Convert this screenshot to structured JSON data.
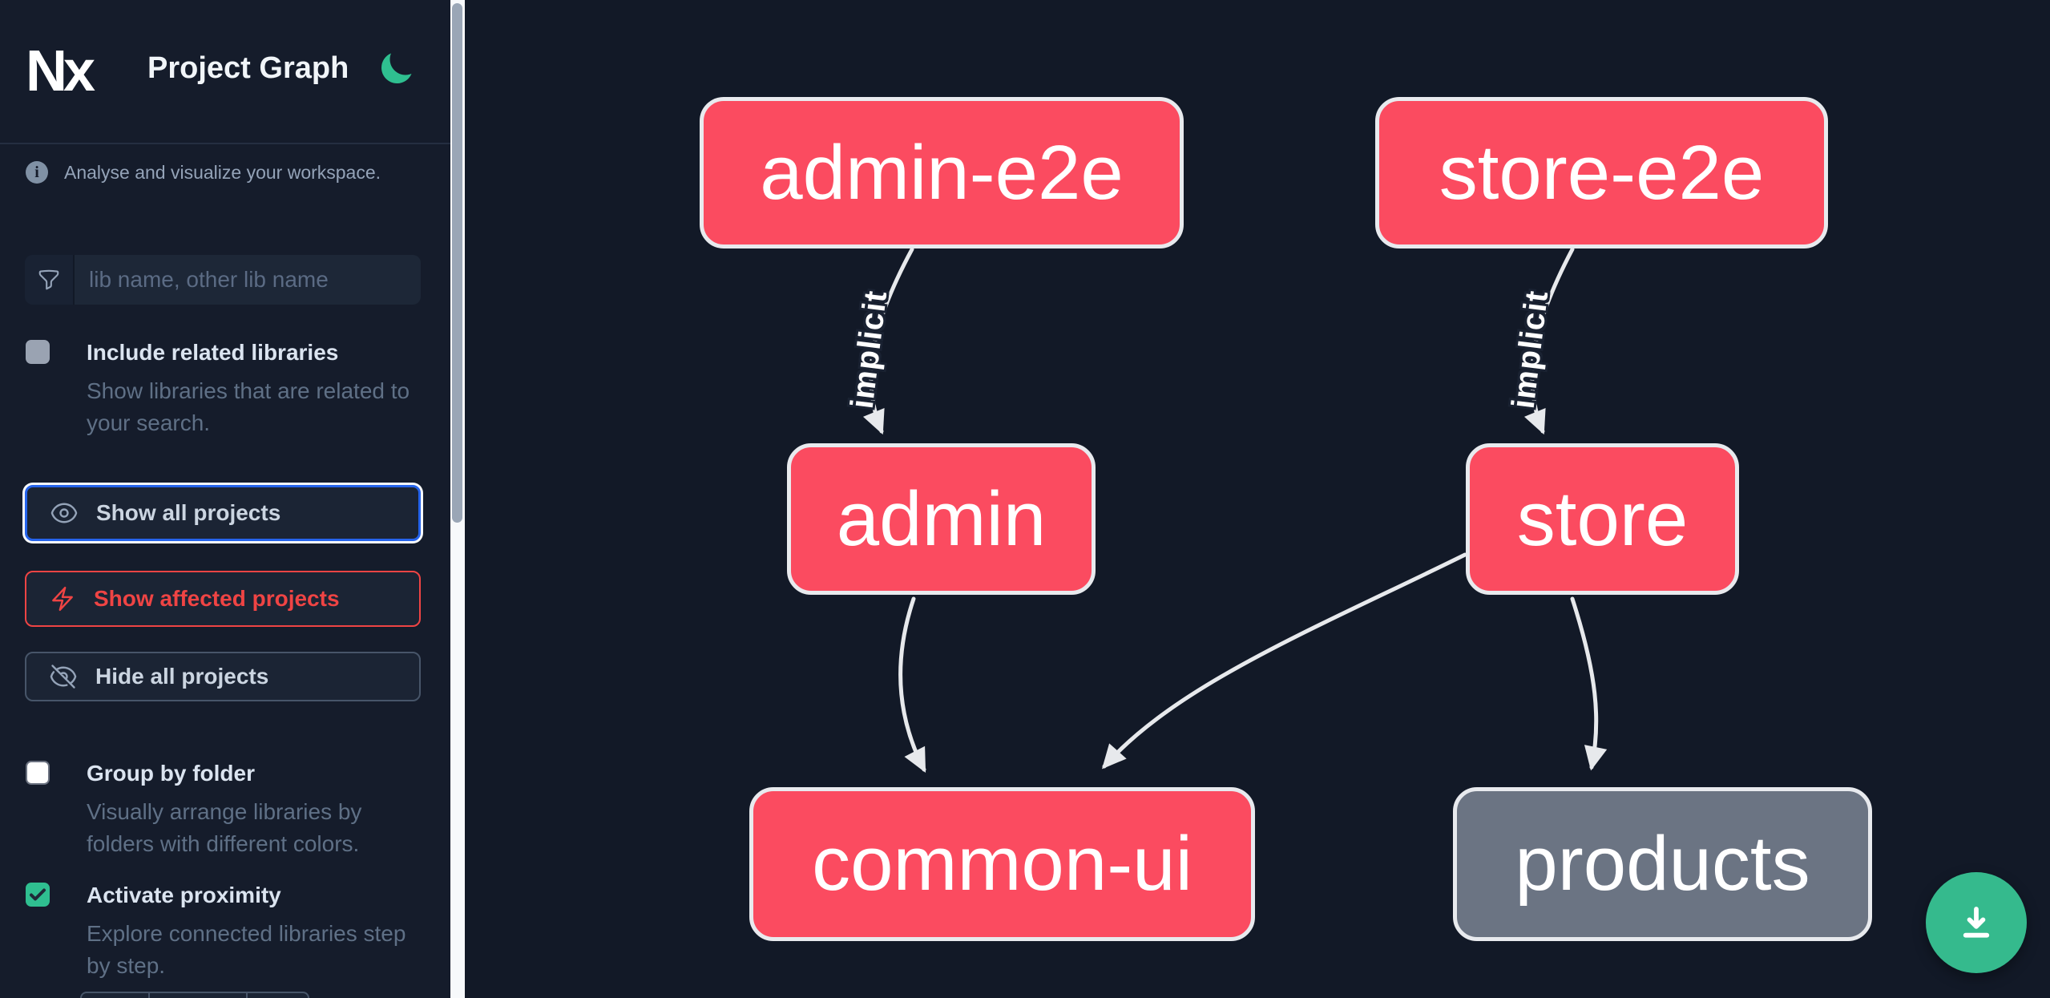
{
  "app": {
    "logo_text": "Nx",
    "title": "Project Graph",
    "theme_icon": "moon-icon"
  },
  "sidebar": {
    "tagline": "Analyse and visualize your workspace.",
    "search": {
      "placeholder": "lib name, other lib name",
      "value": "",
      "icon": "funnel-icon"
    },
    "toggles": [
      {
        "label": "Include related libraries",
        "description": "Show libraries that are related to your search.",
        "checked": false
      },
      {
        "label": "Group by folder",
        "description": "Visually arrange libraries by folders with different colors.",
        "checked": false
      },
      {
        "label": "Activate proximity",
        "description": "Explore connected libraries step by step.",
        "checked": true
      }
    ],
    "buttons": [
      {
        "label": "Show all projects",
        "icon": "eye-icon",
        "state": "focused",
        "accent": "#2563eb"
      },
      {
        "label": "Show affected projects",
        "icon": "bolt-icon",
        "state": "default",
        "accent": "#ef4444"
      },
      {
        "label": "Hide all projects",
        "icon": "eye-slash-icon",
        "state": "default",
        "accent": "#475569"
      }
    ]
  },
  "graph": {
    "nodes": [
      {
        "id": "admin-e2e",
        "label": "admin-e2e",
        "type": "e2e",
        "color": "#fb4b60"
      },
      {
        "id": "store-e2e",
        "label": "store-e2e",
        "type": "e2e",
        "color": "#fb4b60"
      },
      {
        "id": "admin",
        "label": "admin",
        "type": "app",
        "color": "#fb4b60"
      },
      {
        "id": "store",
        "label": "store",
        "type": "app",
        "color": "#fb4b60"
      },
      {
        "id": "common-ui",
        "label": "common-ui",
        "type": "lib",
        "color": "#fb4b60"
      },
      {
        "id": "products",
        "label": "products",
        "type": "lib",
        "color": "#6b7483"
      }
    ],
    "edges": [
      {
        "from": "admin-e2e",
        "to": "admin",
        "label": "implicit"
      },
      {
        "from": "store-e2e",
        "to": "store",
        "label": "implicit"
      },
      {
        "from": "admin",
        "to": "common-ui",
        "label": ""
      },
      {
        "from": "store",
        "to": "common-ui",
        "label": ""
      },
      {
        "from": "store",
        "to": "products",
        "label": ""
      }
    ]
  },
  "fab": {
    "icon": "download-icon",
    "color": "#35ba8d"
  },
  "colors": {
    "sidebar_bg": "#151c2b",
    "canvas_bg": "#121927",
    "node_pink": "#fb4b60",
    "node_gray": "#6b7483",
    "node_border": "#e8eaee",
    "edge": "#e7e9ec",
    "focus_blue": "#2563eb",
    "affected_red": "#ef4444",
    "proximity_green": "#2fbf90"
  }
}
